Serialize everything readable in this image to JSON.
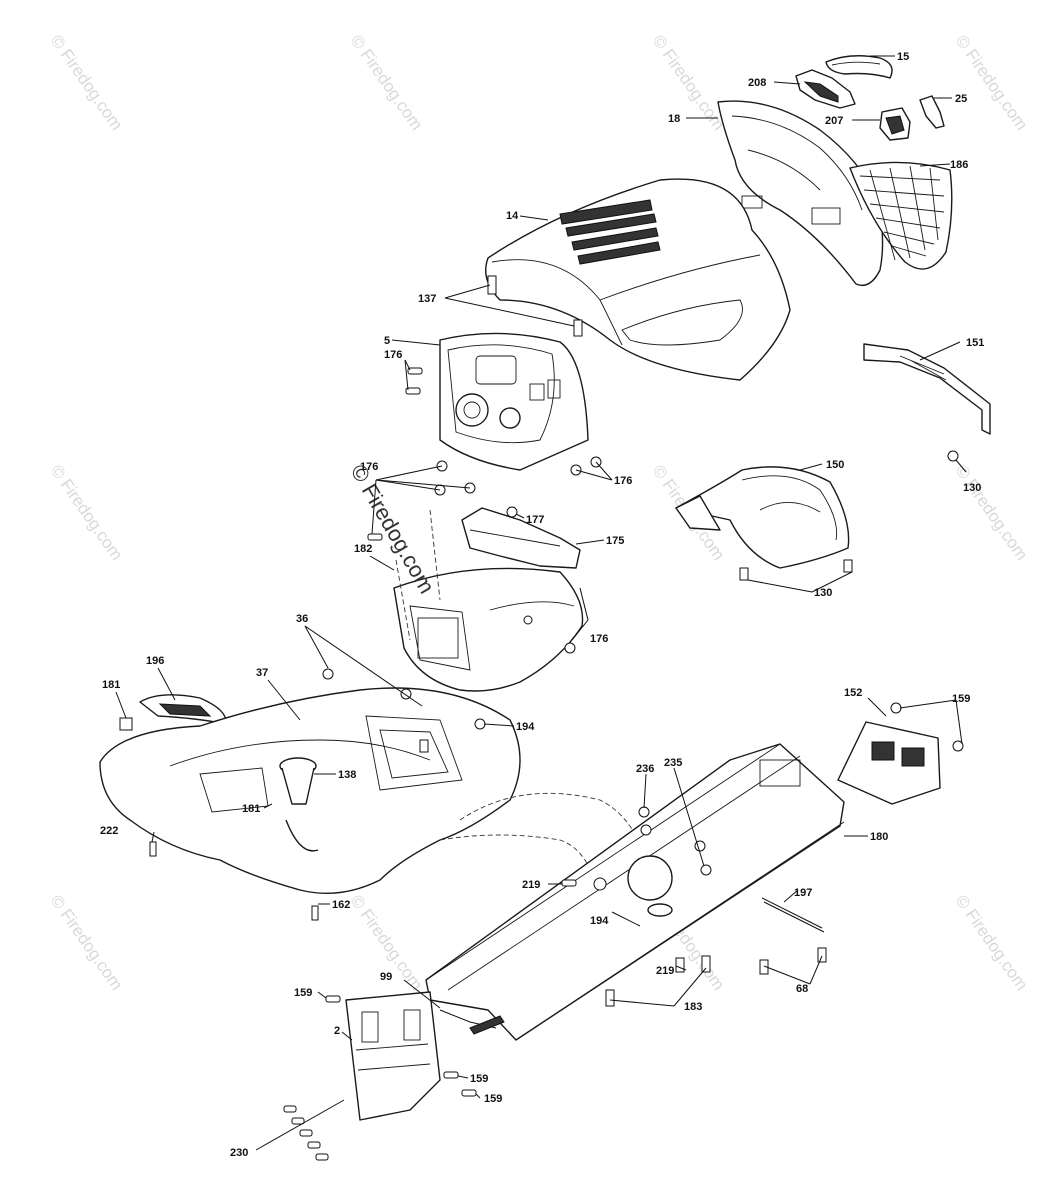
{
  "watermark": {
    "text": "© Firedog.com",
    "center_text": "© Firedog.com"
  },
  "callouts": {
    "p15": "15",
    "p208": "208",
    "p25": "25",
    "p207": "207",
    "p18": "18",
    "p186": "186",
    "p14": "14",
    "p137": "137",
    "p5": "5",
    "p176a": "176",
    "p151": "151",
    "p130a": "130",
    "p176b": "176",
    "p176c": "176",
    "p177": "177",
    "p150": "150",
    "p175": "175",
    "p182": "182",
    "p130b": "130",
    "p176d": "176",
    "p36": "36",
    "p196": "196",
    "p37": "37",
    "p181a": "181",
    "p194a": "194",
    "p152": "152",
    "p159a": "159",
    "p138": "138",
    "p181b": "181",
    "p236": "236",
    "p235": "235",
    "p222": "222",
    "p180": "180",
    "p219a": "219",
    "p197": "197",
    "p162": "162",
    "p194b": "194",
    "p99": "99",
    "p219b": "219",
    "p68": "68",
    "p159b": "159",
    "p183": "183",
    "p2": "2",
    "p159c": "159",
    "p159d": "159",
    "p230": "230"
  }
}
